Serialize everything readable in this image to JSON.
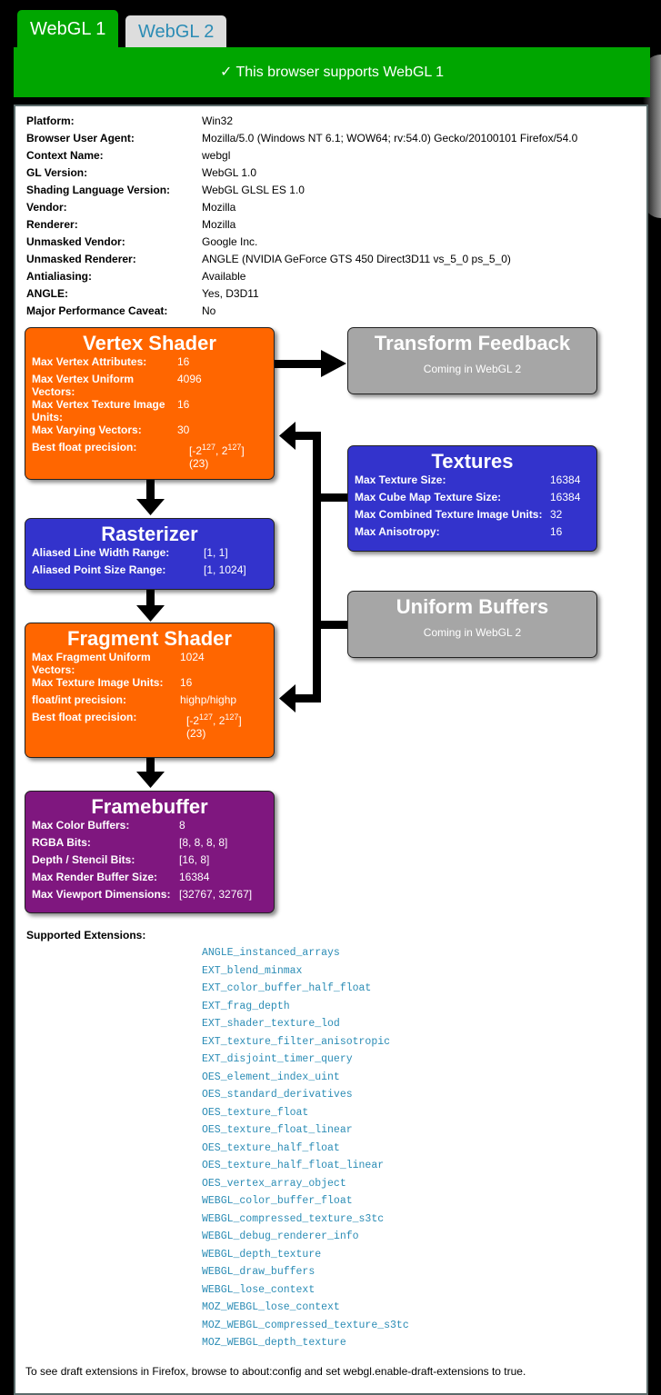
{
  "tabs": [
    {
      "label": "WebGL 1",
      "active": true
    },
    {
      "label": "WebGL 2",
      "active": false
    }
  ],
  "banner": "✓ This browser supports WebGL 1",
  "colors": {
    "green": "#00a600",
    "orange": "#ff6600",
    "blue": "#3333cc",
    "gray": "#a6a6a6",
    "purple": "#7f177f",
    "link": "#2b8cb5"
  },
  "info": [
    {
      "k": "Platform:",
      "v": "Win32"
    },
    {
      "k": "Browser User Agent:",
      "v": "Mozilla/5.0 (Windows NT 6.1; WOW64; rv:54.0) Gecko/20100101 Firefox/54.0"
    },
    {
      "k": "Context Name:",
      "v": "webgl"
    },
    {
      "k": "GL Version:",
      "v": "WebGL 1.0"
    },
    {
      "k": "Shading Language Version:",
      "v": "WebGL GLSL ES 1.0"
    },
    {
      "k": "Vendor:",
      "v": "Mozilla"
    },
    {
      "k": "Renderer:",
      "v": "Mozilla"
    },
    {
      "k": "Unmasked Vendor:",
      "v": "Google Inc."
    },
    {
      "k": "Unmasked Renderer:",
      "v": "ANGLE (NVIDIA GeForce GTS 450 Direct3D11 vs_5_0 ps_5_0)"
    },
    {
      "k": "Antialiasing:",
      "v": "Available"
    },
    {
      "k": "ANGLE:",
      "v": "Yes, D3D11"
    },
    {
      "k": "Major Performance Caveat:",
      "v": "No"
    }
  ],
  "vertex": {
    "title": "Vertex Shader",
    "rows": [
      {
        "k": "Max Vertex Attributes:",
        "v": "16"
      },
      {
        "k": "Max Vertex Uniform Vectors:",
        "v": "4096"
      },
      {
        "k": "Max Vertex Texture Image Units:",
        "v": "16"
      },
      {
        "k": "Max Varying Vectors:",
        "v": "30"
      }
    ],
    "prec_label": "Best float precision:",
    "prec_a": "[-2",
    "exp": "127",
    "prec_b": ", 2",
    "prec_c": "]",
    "prec_bits": "(23)"
  },
  "transform": {
    "title": "Transform Feedback",
    "note": "Coming in WebGL 2"
  },
  "textures": {
    "title": "Textures",
    "rows": [
      {
        "k": "Max Texture Size:",
        "v": "16384"
      },
      {
        "k": "Max Cube Map Texture Size:",
        "v": "16384"
      },
      {
        "k": "Max Combined Texture Image Units:",
        "v": "32"
      },
      {
        "k": "Max Anisotropy:",
        "v": "16"
      }
    ]
  },
  "rasterizer": {
    "title": "Rasterizer",
    "rows": [
      {
        "k": "Aliased Line Width Range:",
        "v": "[1, 1]"
      },
      {
        "k": "Aliased Point Size Range:",
        "v": "[1, 1024]"
      }
    ]
  },
  "uniform": {
    "title": "Uniform Buffers",
    "note": "Coming in WebGL 2"
  },
  "fragment": {
    "title": "Fragment Shader",
    "rows": [
      {
        "k": "Max Fragment Uniform Vectors:",
        "v": "1024"
      },
      {
        "k": "Max Texture Image Units:",
        "v": "16"
      },
      {
        "k": "float/int precision:",
        "v": "highp/highp"
      }
    ],
    "prec_label": "Best float precision:",
    "prec_a": "[-2",
    "exp": "127",
    "prec_b": ", 2",
    "prec_c": "]",
    "prec_bits": "(23)"
  },
  "framebuffer": {
    "title": "Framebuffer",
    "rows": [
      {
        "k": "Max Color Buffers:",
        "v": "8"
      },
      {
        "k": "RGBA Bits:",
        "v": "[8, 8, 8, 8]"
      },
      {
        "k": "Depth / Stencil Bits:",
        "v": "[16, 8]"
      },
      {
        "k": "Max Render Buffer Size:",
        "v": "16384"
      },
      {
        "k": "Max Viewport Dimensions:",
        "v": "[32767, 32767]"
      }
    ]
  },
  "extensions_label": "Supported Extensions:",
  "extensions": [
    "ANGLE_instanced_arrays",
    "EXT_blend_minmax",
    "EXT_color_buffer_half_float",
    "EXT_frag_depth",
    "EXT_shader_texture_lod",
    "EXT_texture_filter_anisotropic",
    "EXT_disjoint_timer_query",
    "OES_element_index_uint",
    "OES_standard_derivatives",
    "OES_texture_float",
    "OES_texture_float_linear",
    "OES_texture_half_float",
    "OES_texture_half_float_linear",
    "OES_vertex_array_object",
    "WEBGL_color_buffer_float",
    "WEBGL_compressed_texture_s3tc",
    "WEBGL_debug_renderer_info",
    "WEBGL_depth_texture",
    "WEBGL_draw_buffers",
    "WEBGL_lose_context",
    "MOZ_WEBGL_lose_context",
    "MOZ_WEBGL_compressed_texture_s3tc",
    "MOZ_WEBGL_depth_texture"
  ],
  "footer": "To see draft extensions in Firefox, browse to about:config and set webgl.enable-draft-extensions to true."
}
